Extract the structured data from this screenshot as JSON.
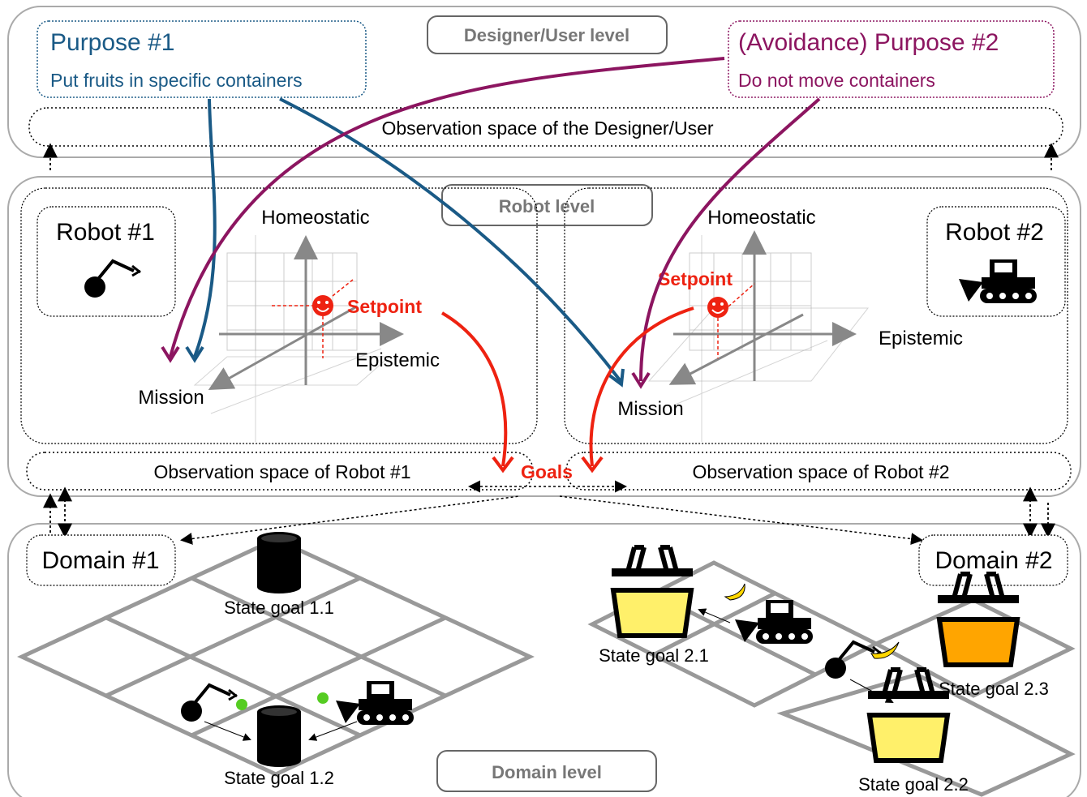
{
  "levels": {
    "designer": "Designer/User level",
    "robot": "Robot level",
    "domain": "Domain level"
  },
  "purposes": {
    "p1_title": "Purpose #1",
    "p1_text": "Put fruits in specific containers",
    "p2_title": "(Avoidance) Purpose #2",
    "p2_text": "Do not move containers"
  },
  "observation": {
    "designer": "Observation space of the Designer/User",
    "robot1": "Observation space of Robot #1",
    "robot2": "Observation space of Robot #2"
  },
  "robots": {
    "r1": "Robot #1",
    "r2": "Robot #2"
  },
  "axes": {
    "homeostatic": "Homeostatic",
    "epistemic": "Epistemic",
    "mission": "Mission"
  },
  "labels": {
    "setpoint": "Setpoint",
    "goals": "Goals"
  },
  "domains": {
    "d1": "Domain #1",
    "d2": "Domain #2"
  },
  "state_goals": {
    "g11": "State goal 1.1",
    "g12": "State goal 1.2",
    "g21": "State goal 2.1",
    "g22": "State goal 2.2",
    "g23": "State goal 2.3"
  },
  "colors": {
    "purpose1": "#1a5a86",
    "purpose2": "#8c1560",
    "setpoint": "#ee2211",
    "level_text": "#777777",
    "grid": "#aaaaaa",
    "basket_yellow": "#fff06a",
    "basket_orange": "#ffa500"
  },
  "icons": [
    "robot-arm-icon",
    "bulldozer-icon",
    "container-icon",
    "basket-icon",
    "banana-icon",
    "apple-icon",
    "smiley-icon"
  ]
}
